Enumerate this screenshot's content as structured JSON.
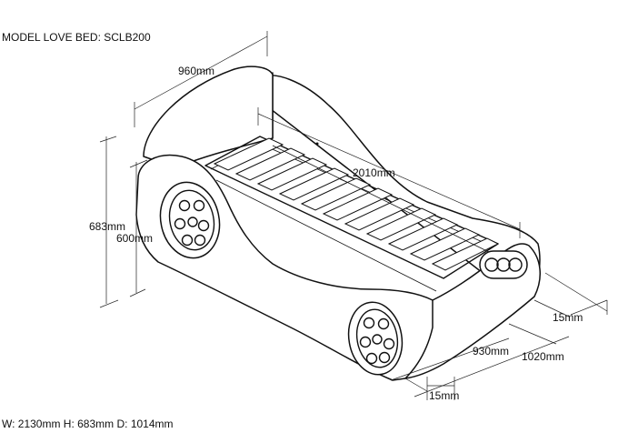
{
  "diagram": {
    "header": "MODEL LOVE BED: SCLB200",
    "footer": "W: 2130mm H: 683mm D: 1014mm",
    "dimensions": {
      "width_top": "960mm",
      "length": "2010mm",
      "height_total": "683mm",
      "height_inner": "600mm",
      "margin_right": "15mm",
      "inner_width": "930mm",
      "outer_width": "1020mm",
      "margin_bottom": "15mm"
    }
  }
}
